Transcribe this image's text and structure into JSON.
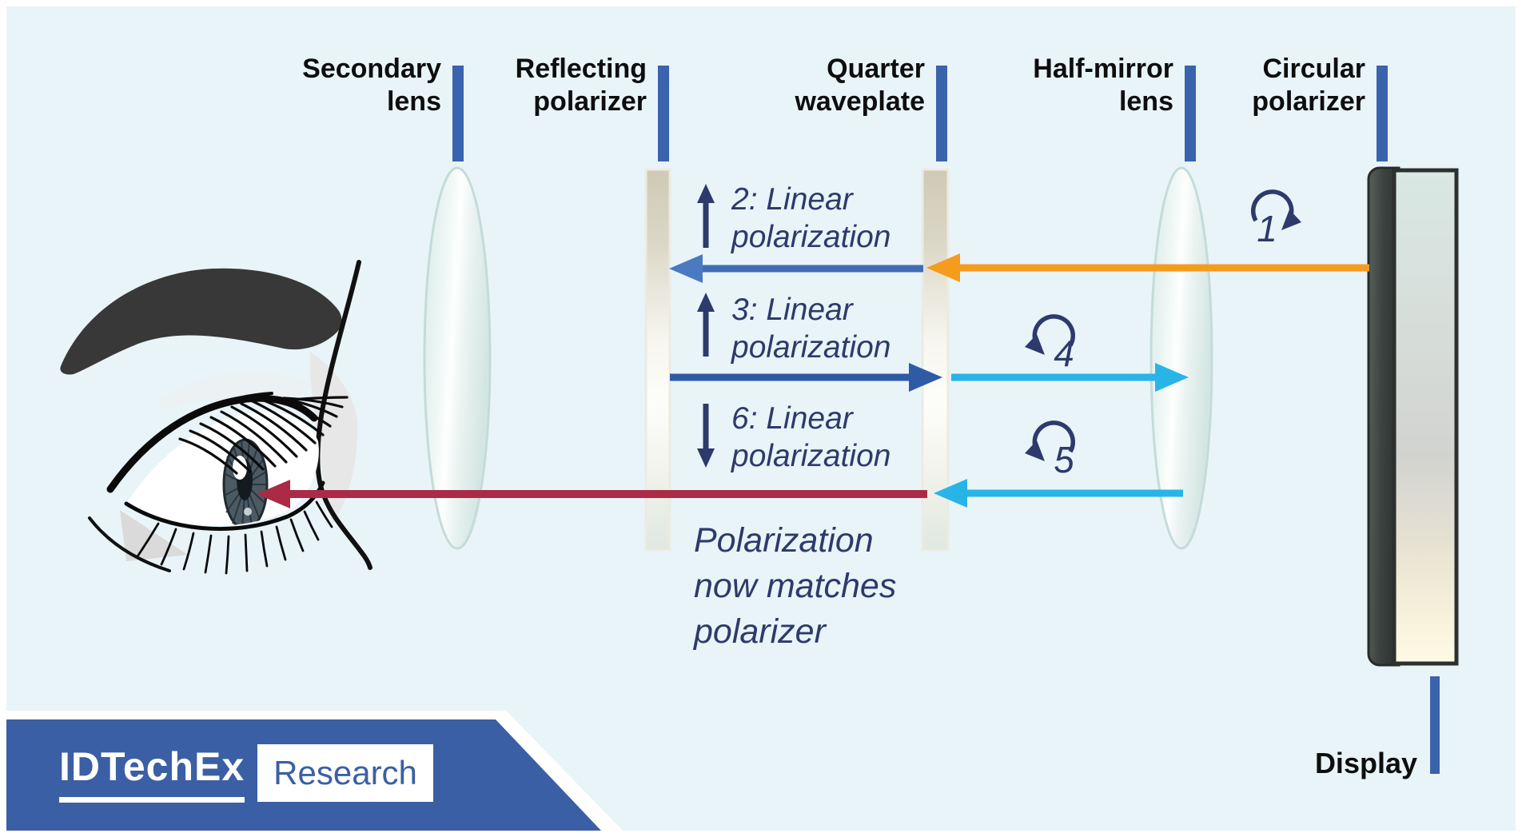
{
  "optics_labels": [
    {
      "line1": "Secondary",
      "line2": "lens"
    },
    {
      "line1": "Reflecting",
      "line2": "polarizer"
    },
    {
      "line1": "Quarter",
      "line2": "waveplate"
    },
    {
      "line1": "Half-mirror",
      "line2": "lens"
    },
    {
      "line1": "Circular",
      "line2": "polarizer"
    }
  ],
  "flow": {
    "step1_num": "1",
    "step2": {
      "l1": "2: Linear",
      "l2": "polarization"
    },
    "step3": {
      "l1": "3: Linear",
      "l2": "polarization"
    },
    "step4_num": "4",
    "step5_num": "5",
    "step6": {
      "l1": "6: Linear",
      "l2": "polarization"
    },
    "note": {
      "l1": "Polarization",
      "l2": "now matches",
      "l3": "polarizer"
    }
  },
  "display": {
    "label": "Display"
  },
  "logo": {
    "brand": "IDTechEx",
    "suffix": "Research"
  },
  "colors": {
    "background": "#e9f4f9",
    "accent_bar_blue": "#3a63ad",
    "navy_text": "#2d3a6b",
    "arrow_blue": "#3f6db4",
    "arrow_blue_dark": "#2f5ba6",
    "arrow_orange": "#f59c1f",
    "arrow_cyan": "#29b4e8",
    "arrow_crimson": "#ab2a46",
    "banner_blue": "#3b5fa5"
  }
}
